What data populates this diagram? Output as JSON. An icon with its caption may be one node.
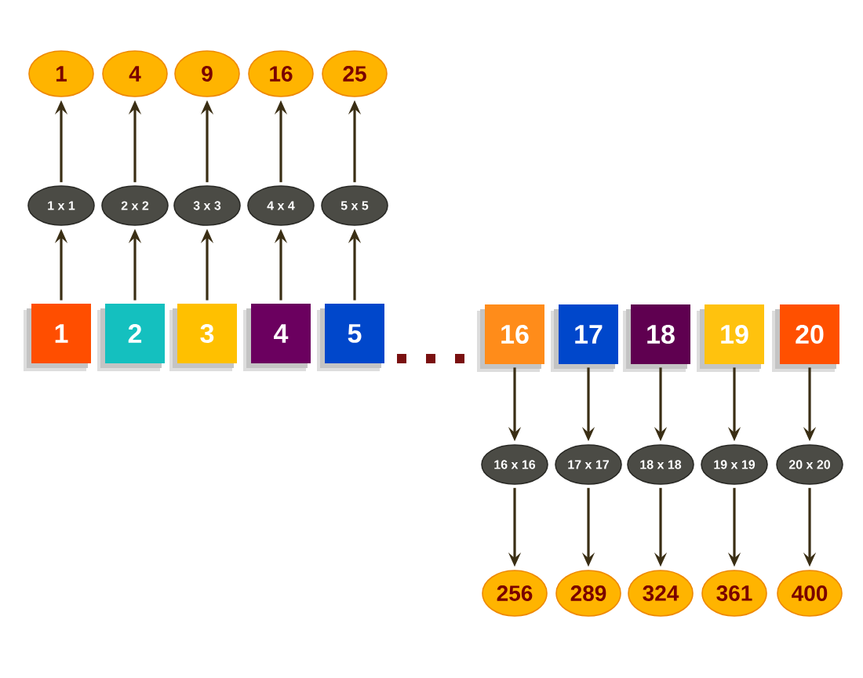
{
  "diagram": {
    "nodes": [
      {
        "text": [
          "1"
        ]
      },
      {
        "text": [
          "4"
        ]
      },
      {
        "text": [
          "9"
        ]
      },
      {
        "text": [
          "16"
        ]
      },
      {
        "text": [
          "25"
        ]
      },
      {
        "text": [
          "1 x 1"
        ]
      },
      {
        "text": [
          "2 x 2"
        ]
      },
      {
        "text": [
          "3 x 3"
        ]
      },
      {
        "text": [
          "4 x 4"
        ]
      },
      {
        "text": [
          "5 x 5"
        ]
      },
      {
        "text": [
          "1"
        ]
      },
      {
        "text": [
          "2"
        ]
      },
      {
        "text": [
          "3"
        ]
      },
      {
        "text": [
          "4"
        ]
      },
      {
        "text": [
          "5"
        ]
      },
      {
        "text": [
          "16"
        ]
      },
      {
        "text": [
          "17"
        ]
      },
      {
        "text": [
          "18"
        ]
      },
      {
        "text": [
          "19"
        ]
      },
      {
        "text": [
          "20"
        ]
      },
      {
        "text": [
          "16 x 16"
        ]
      },
      {
        "text": [
          "17 x 17"
        ]
      },
      {
        "text": [
          "18 x 18"
        ]
      },
      {
        "text": [
          "19 x 19"
        ]
      },
      {
        "text": [
          "20 x 20"
        ]
      },
      {
        "text": [
          "256"
        ]
      },
      {
        "text": [
          "289"
        ]
      },
      {
        "text": [
          "324"
        ]
      },
      {
        "text": [
          "361"
        ]
      },
      {
        "text": [
          "400"
        ]
      }
    ],
    "edges": [
      {
        "from": 5,
        "to": 0,
        "arrow": "to"
      },
      {
        "from": 6,
        "to": 1,
        "arrow": "to"
      },
      {
        "from": 7,
        "to": 2,
        "arrow": "to"
      },
      {
        "from": 8,
        "to": 3,
        "arrow": "to"
      },
      {
        "from": 9,
        "to": 4,
        "arrow": "to"
      },
      {
        "from": 10,
        "to": 5,
        "arrow": "to"
      },
      {
        "from": 11,
        "to": 6,
        "arrow": "to"
      },
      {
        "from": 12,
        "to": 7,
        "arrow": "to"
      },
      {
        "from": 13,
        "to": 8,
        "arrow": "to"
      },
      {
        "from": 14,
        "to": 9,
        "arrow": "to"
      },
      {
        "from": 15,
        "to": 20,
        "arrow": "to"
      },
      {
        "from": 16,
        "to": 21,
        "arrow": "to"
      },
      {
        "from": 17,
        "to": 22,
        "arrow": "to"
      },
      {
        "from": 18,
        "to": 23,
        "arrow": "to"
      },
      {
        "from": 19,
        "to": 24,
        "arrow": "to"
      },
      {
        "from": 20,
        "to": 25,
        "arrow": "to"
      },
      {
        "from": 21,
        "to": 26,
        "arrow": "to"
      },
      {
        "from": 22,
        "to": 27,
        "arrow": "to"
      },
      {
        "from": 23,
        "to": 28,
        "arrow": "to"
      },
      {
        "from": 24,
        "to": 29,
        "arrow": "to"
      }
    ]
  }
}
